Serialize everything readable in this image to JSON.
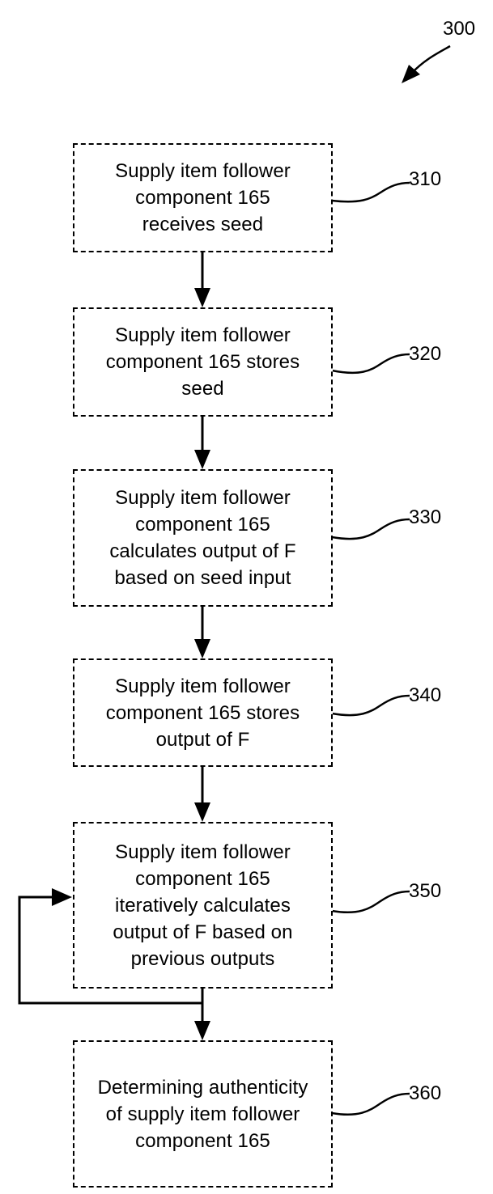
{
  "figure": {
    "ref": "300"
  },
  "steps": [
    {
      "ref": "310",
      "lines": [
        "Supply item follower",
        "component 165",
        "receives seed"
      ]
    },
    {
      "ref": "320",
      "lines": [
        "Supply item follower",
        "component 165 stores",
        "seed"
      ]
    },
    {
      "ref": "330",
      "lines": [
        "Supply item follower",
        "component 165",
        "calculates output of F",
        "based on seed input"
      ]
    },
    {
      "ref": "340",
      "lines": [
        "Supply item follower",
        "component 165 stores",
        "output of F"
      ]
    },
    {
      "ref": "350",
      "lines": [
        "Supply item follower",
        "component 165",
        "iteratively calculates",
        "output of F based on",
        "previous outputs"
      ]
    },
    {
      "ref": "360",
      "lines": [
        "Determining authenticity",
        "of supply item follower",
        "component 165"
      ]
    }
  ]
}
